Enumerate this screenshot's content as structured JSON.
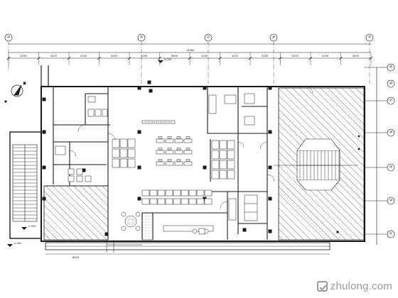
{
  "plan": {
    "column_bubbles_top": [
      "⑳",
      "㉒",
      "㉓",
      "㉔",
      "㉕"
    ],
    "row_bubbles_right": [
      "㉕",
      "㉖",
      "㉗",
      "㉘",
      "㉙",
      "㉚",
      "㉛"
    ],
    "overall_dimension": "14400",
    "bay_dimensions_top": [
      "4200",
      "4200",
      "4200",
      "4200",
      "4200",
      "4200",
      "4200",
      "4200",
      "4200",
      "4200",
      "4200",
      "4200"
    ],
    "bottom_dimension": "8400",
    "level_marks": [
      "0.000",
      "-0.050",
      "-0.050"
    ],
    "colors": {
      "line": "#1a1a1a",
      "hatch": "#555555",
      "background": "#ffffff"
    }
  },
  "watermark": {
    "text": "zhulong.com",
    "icon": "zhulong-logo-icon"
  }
}
